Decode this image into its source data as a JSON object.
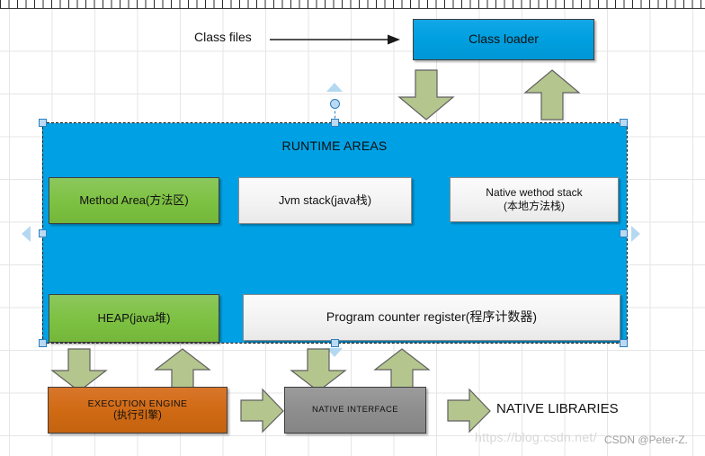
{
  "canvas": {
    "title": "JVM Architecture Diagram",
    "grid": "on",
    "ruler": "top"
  },
  "colors": {
    "runtime_blue": "#00a1e4",
    "class_loader_blue": "#00a0e0",
    "green": "#7dc142",
    "orange": "#cf6913",
    "gray": "#8d8d8d",
    "arrow_green": "#b4c68e",
    "selection_handle": "#bcd9f2"
  },
  "flow": {
    "class_files_label": "Class files",
    "class_files_arrow_icon": "arrow-right-icon"
  },
  "class_loader": {
    "label": "Class loader"
  },
  "runtime_areas": {
    "title": "RUNTIME AREAS",
    "boxes": [
      {
        "label": "Method Area(方法区)",
        "color": "green"
      },
      {
        "label": "Jvm stack(java栈)",
        "color": "white"
      },
      {
        "label_line1": "Native wethod stack",
        "label_line2": "(本地方法栈)",
        "color": "white"
      },
      {
        "label": "HEAP(java堆)",
        "color": "green"
      },
      {
        "label": "Program counter register(程序计数器)",
        "color": "white"
      }
    ]
  },
  "bottom": {
    "execution_engine_line1": "EXECUTION ENGINE",
    "execution_engine_line2": "(执行引擎)",
    "native_interface": "NATIVE INTERFACE",
    "native_libraries": "NATIVE LIBRARIES"
  },
  "watermark": {
    "url": "https://blog.csdn.net/",
    "credit": "CSDN @Peter-Z."
  }
}
